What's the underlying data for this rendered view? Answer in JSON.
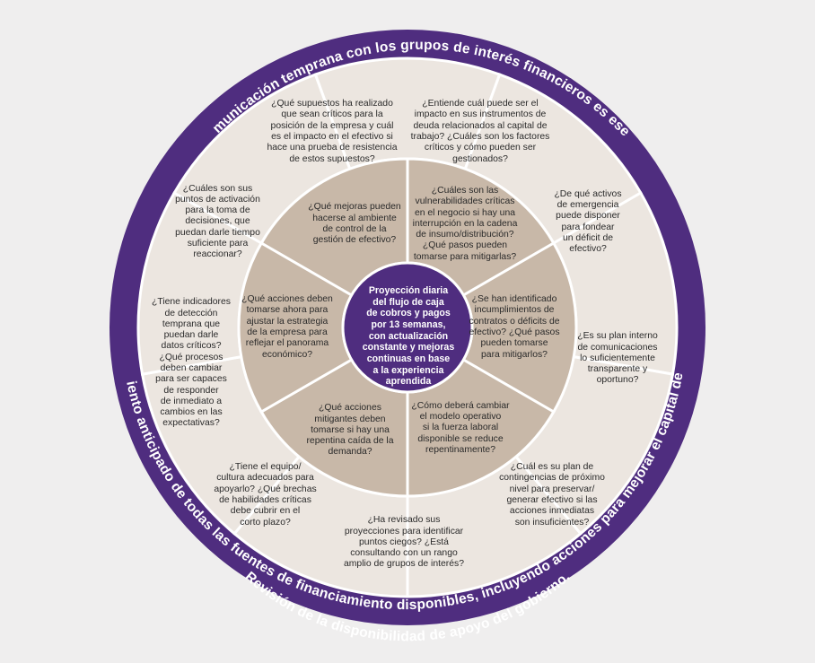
{
  "colors": {
    "background": "#efeeee",
    "ring": "#4f2d7f",
    "outer_segment": "#ece6e0",
    "inner_segment": "#c8b8a8",
    "center": "#4f2d7f",
    "divider": "#ffffff"
  },
  "ring": {
    "top_text": "La comunicación temprana con los grupos de interés financieros es esencial",
    "bottom_line1": "Entendimiento anticipado de todas las fuentes de financiamiento disponibles, incluyendo acciones para mejorar el capital de trabajo.",
    "bottom_line2": "Revisión de la disponibilidad de apoyo del gobierno."
  },
  "center_text": "Proyección diaria\ndel flujo de caja\nde cobros y pagos\npor 13 semanas,\ncon actualización\nconstante y mejoras\ncontinuas en base\na la experiencia\naprendida",
  "inner_segments": [
    "¿Qué mejoras pueden\nhacerse al ambiente\nde control de la\ngestión de efectivo?",
    "¿Cuáles son las\nvulnerabilidades críticas\nen el negocio si hay una\ninterrupción en la cadena\nde insumo/distribución?\n¿Qué pasos pueden\ntomarse para mitigarlas?",
    "¿Se han identificado\nincumplimientos de\ncontratos o déficits de\nefectivo? ¿Qué pasos\npueden tomarse\npara mitigarlos?",
    "¿Cómo deberá cambiar\nel modelo operativo\nsi la fuerza laboral\ndisponible se reduce\nrepentinamente?",
    "¿Qué acciones\nmitigantes deben\ntomarse si hay una\nrepentina caída de la\ndemanda?",
    "¿Qué acciones deben\ntomarse ahora para\najustar la estrategia\nde la empresa para\nreflejar el panorama\neconómico?"
  ],
  "outer_segments": [
    "¿Qué supuestos ha realizado\nque sean críticos para la\nposición de la empresa y cuál\nes el impacto en el efectivo si\nhace una prueba de resistencia\nde estos supuestos?",
    "¿Entiende cuál puede ser el\nimpacto en sus instrumentos de\ndeuda relacionados al capital de\ntrabajo? ¿Cuáles son los factores\ncríticos y cómo pueden ser\ngestionados?",
    "¿De qué activos\nde emergencia\npuede disponer\npara fondear\nun déficit de\nefectivo?",
    "¿Es su plan interno\nde comunicaciones\nlo suficientemente\ntransparente y\noportuno?",
    "¿Cuál es su plan de\ncontingencias de próximo\nnivel para preservar/\ngenerar efectivo si las\nacciones inmediatas\nson insuficientes?",
    "¿Ha revisado sus\nproyecciones para identificar\npuntos ciegos? ¿Está\nconsultando con un rango\namplio de grupos de interés?",
    "¿Tiene el equipo/\ncultura adecuados para\napoyarlo? ¿Qué brechas\nde habilidades críticas\ndebe cubrir en el\ncorto plazo?",
    "¿Tiene indicadores\nde detección\ntemprana que\npuedan darle\ndatos críticos?\n¿Qué procesos\ndeben cambiar\npara ser capaces\nde responder\nde inmediato a\ncambios en las\nexpectativas?",
    "¿Cuáles son sus\npuntos de activación\npara la toma de\ndecisiones, que\npuedan darle tiempo\nsuficiente para\nreaccionar?"
  ]
}
